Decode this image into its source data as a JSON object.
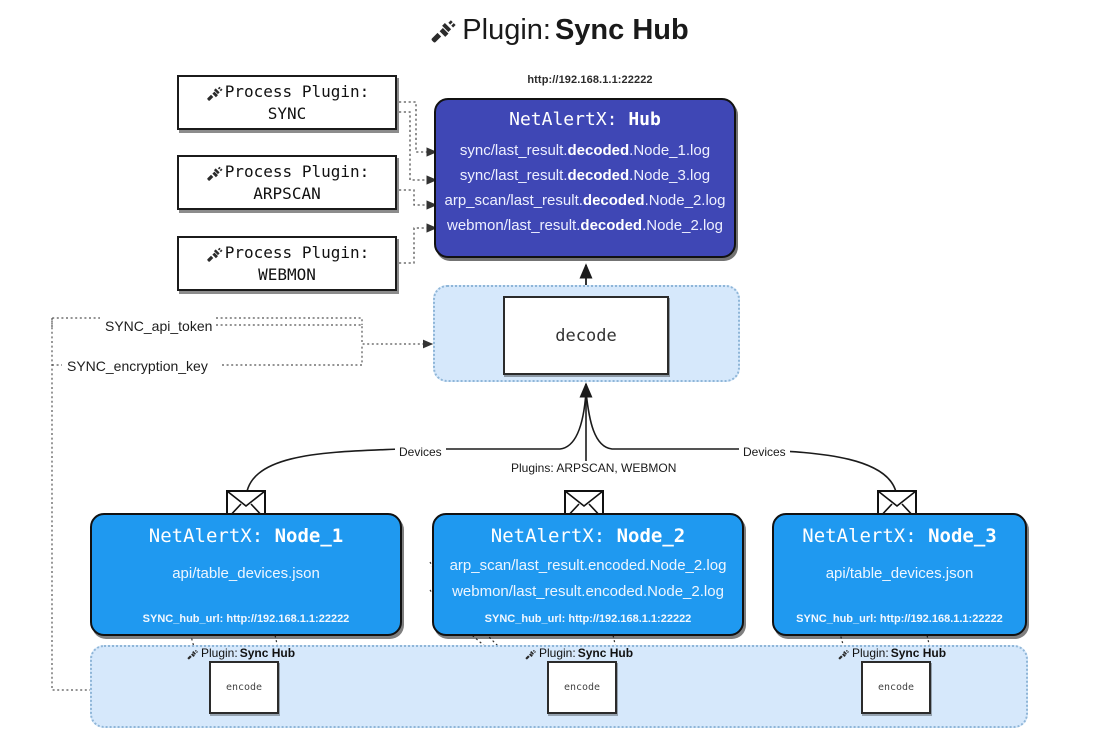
{
  "title": {
    "icon": "plug-icon",
    "prefix": "Plugin:",
    "name": "Sync Hub"
  },
  "hub": {
    "url_caption": "http://192.168.1.1:22222",
    "title_prefix": "NetAlertX:",
    "title_name": "Hub",
    "log_lines": [
      {
        "pre": "sync/last_result.",
        "mid": "decoded",
        "post": ".Node_1.log"
      },
      {
        "pre": "sync/last_result.",
        "mid": "decoded",
        "post": ".Node_3.log"
      },
      {
        "pre": "arp_scan/last_result.",
        "mid": "decoded",
        "post": ".Node_2.log"
      },
      {
        "pre": "webmon/last_result.",
        "mid": "decoded",
        "post": ".Node_2.log"
      }
    ],
    "fill_color": "#3f47b5"
  },
  "process_plugins": [
    {
      "label": "Process Plugin:",
      "name": "SYNC",
      "icon": "plug-icon"
    },
    {
      "label": "Process Plugin:",
      "name": "ARPSCAN",
      "icon": "plug-icon"
    },
    {
      "label": "Process Plugin:",
      "name": "WEBMON",
      "icon": "plug-icon"
    }
  ],
  "decode": {
    "label": "decode",
    "band_color": "#d6e8fb"
  },
  "tokens": {
    "api_token": "SYNC_api_token",
    "encryption_key": "SYNC_encryption_key"
  },
  "edge_labels": {
    "devices_left": "Devices",
    "devices_right": "Devices",
    "plugins_center": "Plugins: ARPSCAN, WEBMON"
  },
  "nodes": [
    {
      "title_prefix": "NetAlertX:",
      "title_name": "Node_1",
      "lines": [
        "api/table_devices.json"
      ],
      "footer": "SYNC_hub_url: http://192.168.1.1:22222",
      "envelope_icon": "envelope-icon"
    },
    {
      "title_prefix": "NetAlertX:",
      "title_name": "Node_2",
      "lines": [
        "arp_scan/last_result.encoded.Node_2.log",
        "webmon/last_result.encoded.Node_2.log"
      ],
      "footer": "SYNC_hub_url: http://192.168.1.1:22222",
      "envelope_icon": "envelope-icon"
    },
    {
      "title_prefix": "NetAlertX:",
      "title_name": "Node_3",
      "lines": [
        "api/table_devices.json"
      ],
      "footer": "SYNC_hub_url: http://192.168.1.1:22222",
      "envelope_icon": "envelope-icon"
    }
  ],
  "bottom": {
    "plugin_caption_prefix": "Plugin:",
    "plugin_caption_name": "Sync Hub",
    "encode_label": "encode",
    "band_color": "#d6e8fb"
  },
  "colors": {
    "node_blue": "#1f99f0",
    "hub_indigo": "#3f47b5",
    "band_light_blue": "#d6e8fb",
    "outline": "#111111"
  }
}
